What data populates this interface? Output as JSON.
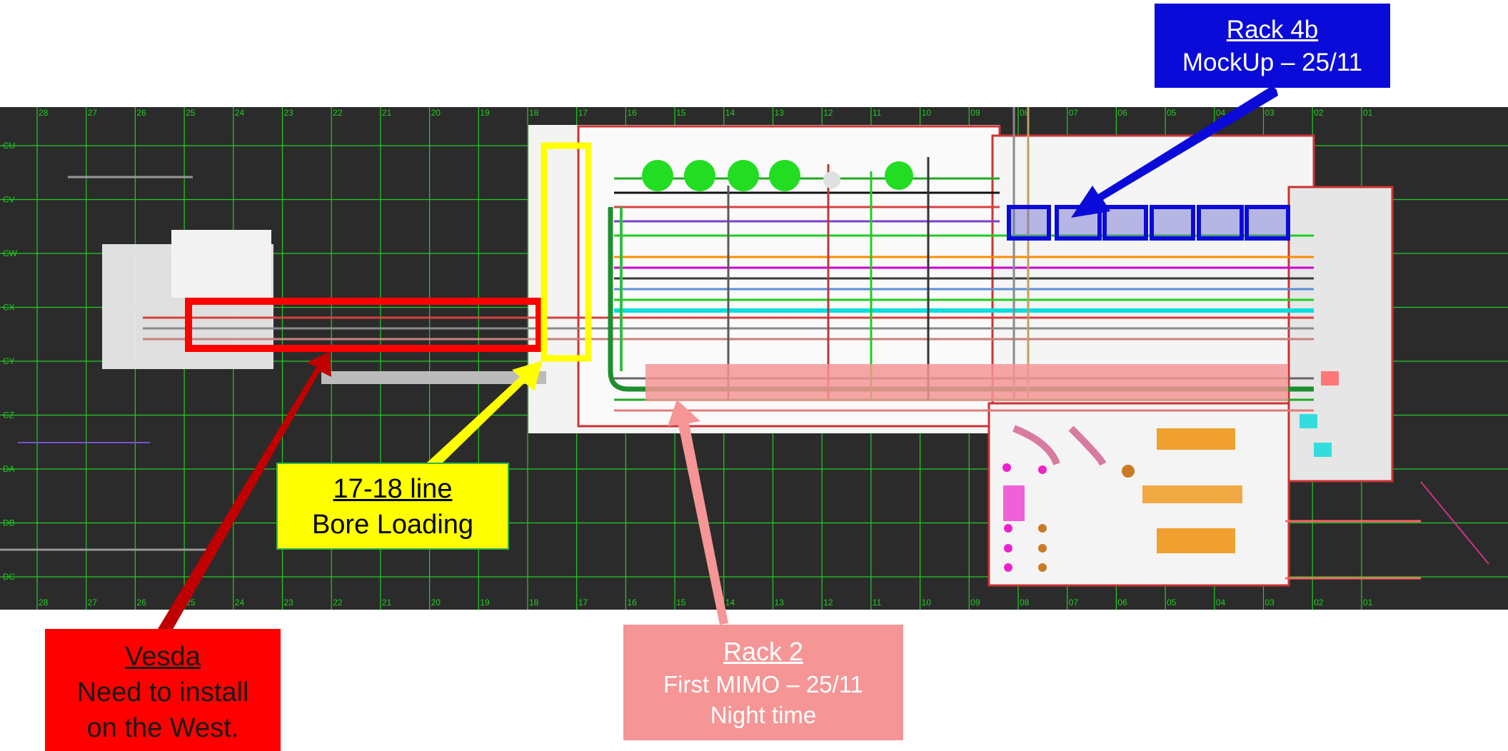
{
  "callouts": {
    "rack4b": {
      "title": "Rack 4b",
      "line1": "MockUp – 25/11",
      "color": "#0b0bd9"
    },
    "bore_loading": {
      "title": "17-18 line",
      "line1": "Bore Loading",
      "color": "#ffff00"
    },
    "rack2": {
      "title": "Rack 2",
      "line1": "First MIMO – 25/11",
      "line2": "Night time",
      "color": "#f59595"
    },
    "vesda": {
      "title": "Vesda",
      "line1": "Need to install",
      "line2": "on the West.",
      "color": "#ff0000"
    }
  },
  "grid": {
    "columns": [
      "28",
      "27",
      "26",
      "25",
      "24",
      "23",
      "22",
      "21",
      "20",
      "19",
      "18",
      "17",
      "16",
      "15",
      "14",
      "13",
      "12",
      "11",
      "10",
      "09",
      "08",
      "07",
      "06",
      "05",
      "04",
      "03",
      "02",
      "01"
    ],
    "rows": [
      "CU",
      "CV",
      "CW",
      "CX",
      "CY",
      "CZ",
      "DA",
      "DB",
      "DC"
    ]
  },
  "colors": {
    "background": "#2b2b2b",
    "grid": "#22cc22",
    "highlight_yellow": "#ffff00",
    "highlight_red": "#ff0000",
    "highlight_blue": "#0b0bd9",
    "highlight_pink": "#f59595"
  }
}
